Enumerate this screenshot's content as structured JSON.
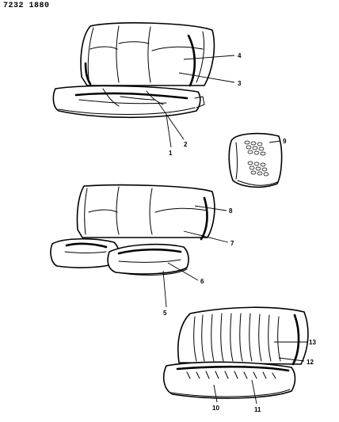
{
  "header": {
    "code": "7232 1880"
  },
  "callouts": {
    "c1": "1",
    "c2": "2",
    "c3": "3",
    "c4": "4",
    "c5": "5",
    "c6": "6",
    "c7": "7",
    "c8": "8",
    "c9": "9",
    "c10": "10",
    "c11": "11",
    "c12": "12",
    "c13": "13"
  }
}
